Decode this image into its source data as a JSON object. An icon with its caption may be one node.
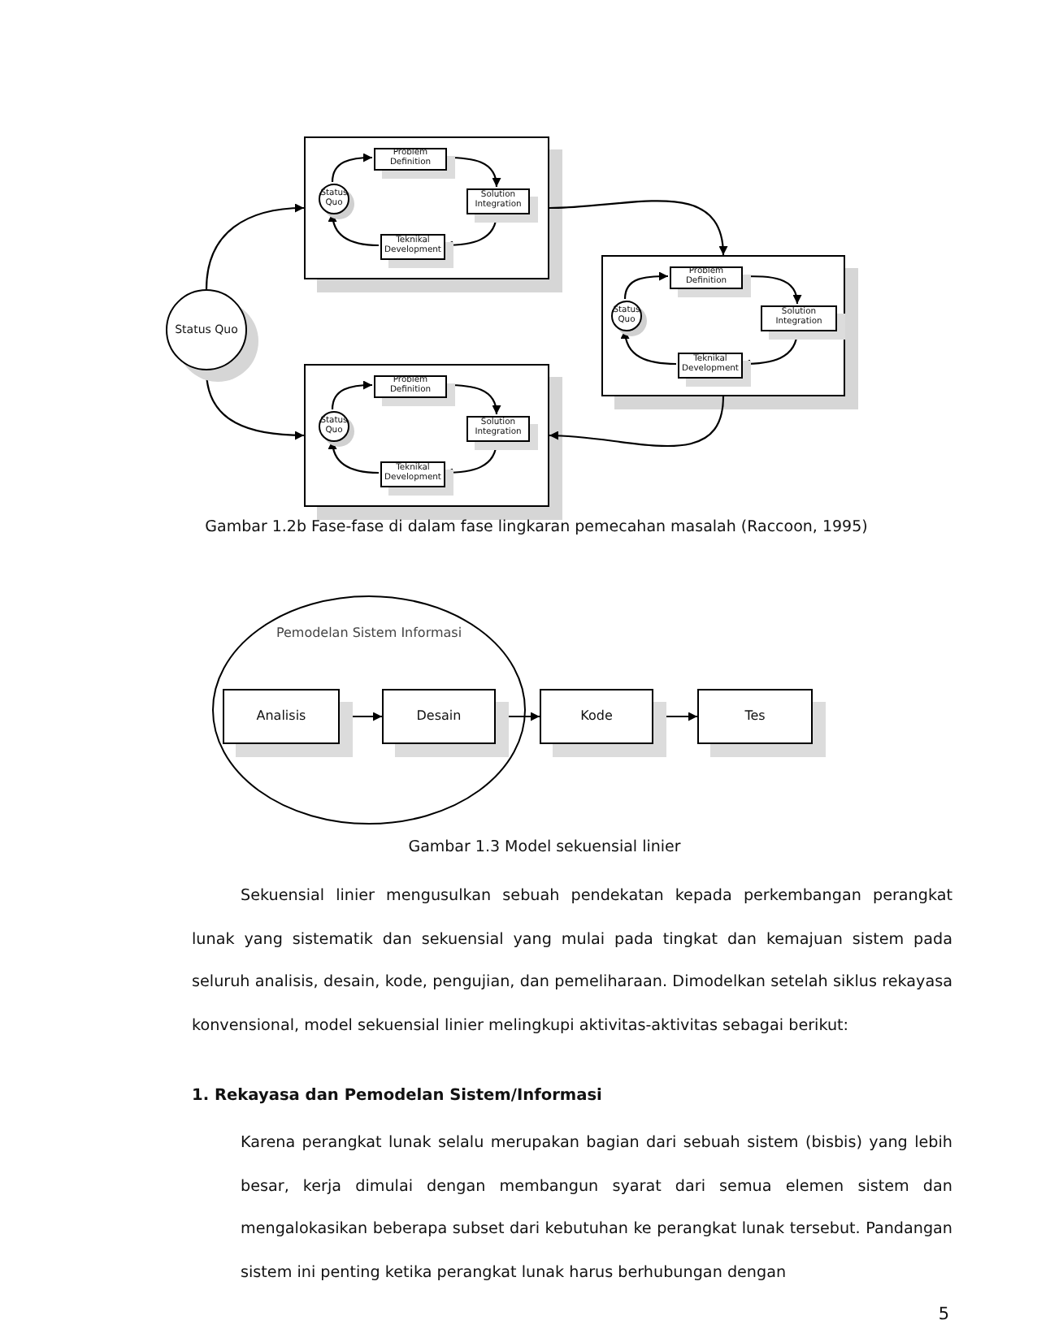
{
  "diagram": {
    "nodes": [
      {
        "text": [
          "Status Quo"
        ]
      },
      {
        "text": [],
        "shape": "box"
      },
      {
        "text": [
          "Problem Definition"
        ],
        "in": 1
      },
      {
        "text": [
          "Status Quo"
        ],
        "in": 1
      },
      {
        "text": [
          "Solution Integration"
        ],
        "in": 1
      },
      {
        "text": [
          "Teknikal Development"
        ],
        "in": 1
      },
      {
        "text": [],
        "shape": "box"
      },
      {
        "text": [
          "Problem Definition"
        ],
        "in": 6
      },
      {
        "text": [
          "Status Quo"
        ],
        "in": 6
      },
      {
        "text": [
          "Solution Integration"
        ],
        "in": 6
      },
      {
        "text": [
          "Teknikal Development"
        ],
        "in": 6
      },
      {
        "text": [],
        "shape": "box"
      },
      {
        "text": [
          "Problem Definition"
        ],
        "in": 11
      },
      {
        "text": [
          "Status Quo"
        ],
        "in": 11
      },
      {
        "text": [
          "Solution Integration"
        ],
        "in": 11
      },
      {
        "text": [
          "Teknikal Development"
        ],
        "in": 11
      },
      {
        "text": [
          "Pemodelan Sistem Informasi"
        ]
      },
      {
        "text": [
          "Analisis"
        ],
        "in": 16
      },
      {
        "text": [
          "Desain"
        ],
        "in": 16
      },
      {
        "text": [
          "Kode"
        ]
      },
      {
        "text": [
          "Tes"
        ]
      }
    ],
    "edges": [
      {
        "from": 0,
        "to": 1,
        "arrow": "to"
      },
      {
        "from": 0,
        "to": 11,
        "arrow": "to"
      },
      {
        "from": 1,
        "to": 6,
        "arrow": "to"
      },
      {
        "from": 6,
        "to": 11,
        "arrow": "to"
      },
      {
        "from": 3,
        "to": 2,
        "arrow": "to"
      },
      {
        "from": 2,
        "to": 4,
        "arrow": "to"
      },
      {
        "from": 4,
        "to": 5,
        "arrow": "to"
      },
      {
        "from": 5,
        "to": 3,
        "arrow": "to"
      },
      {
        "from": 8,
        "to": 7,
        "arrow": "to"
      },
      {
        "from": 7,
        "to": 9,
        "arrow": "to"
      },
      {
        "from": 9,
        "to": 10,
        "arrow": "to"
      },
      {
        "from": 10,
        "to": 8,
        "arrow": "to"
      },
      {
        "from": 13,
        "to": 12,
        "arrow": "to"
      },
      {
        "from": 12,
        "to": 14,
        "arrow": "to"
      },
      {
        "from": 14,
        "to": 15,
        "arrow": "to"
      },
      {
        "from": 15,
        "to": 13,
        "arrow": "to"
      },
      {
        "from": 17,
        "to": 18,
        "arrow": "to"
      },
      {
        "from": 18,
        "to": 19,
        "arrow": "to"
      },
      {
        "from": 19,
        "to": 20,
        "arrow": "to"
      }
    ],
    "labels": [
      "Gambar 1.2b Fase-fase di dalam fase lingkaran pemecahan masalah (Raccoon, 1995)",
      "Gambar 1.3 Model sekuensial linier",
      "Sekuensial linier mengusulkan sebuah pendekatan kepada perkembangan perangkat lunak yang sistematik dan sekuensial yang mulai pada tingkat dan kemajuan sistem pada seluruh analisis, desain, kode, pengujian, dan pemeliharaan. Dimodelkan setelah siklus rekayasa konvensional, model sekuensial linier melingkupi aktivitas-aktivitas sebagai berikut:",
      "1. Rekayasa dan Pemodelan Sistem/Informasi",
      "Karena perangkat lunak selalu merupakan bagian dari sebuah sistem (bisbis) yang lebih besar, kerja dimulai dengan membangun syarat dari semua elemen sistem dan mengalokasikan beberapa subset dari kebutuhan ke perangkat lunak tersebut. Pandangan sistem ini penting ketika perangkat lunak harus berhubungan dengan",
      "5"
    ]
  }
}
